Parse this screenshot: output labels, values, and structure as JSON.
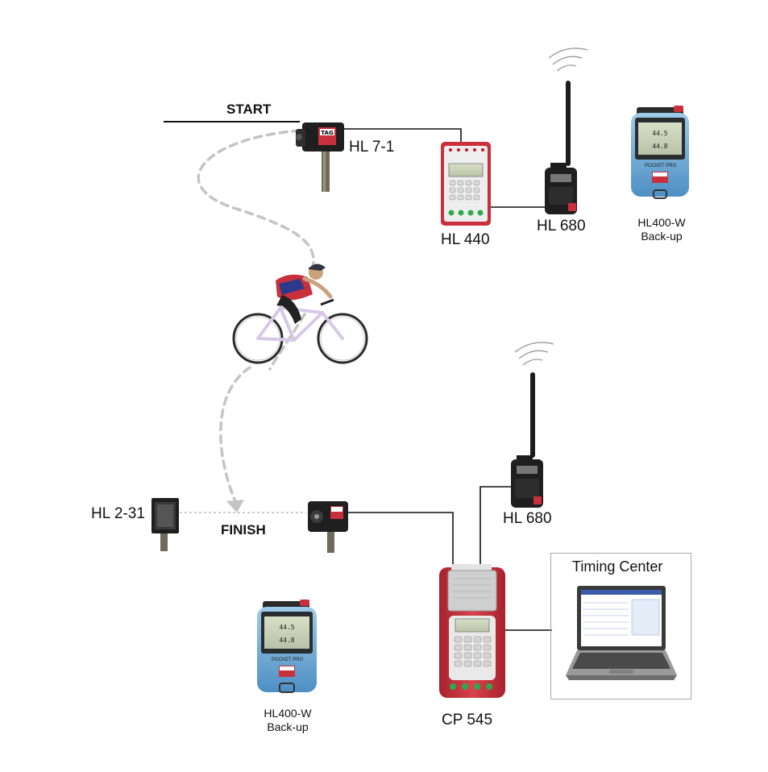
{
  "start_label": "START",
  "finish_label": "FINISH",
  "start_photocell": "HL 7-1",
  "finish_reflector": "HL 2-31",
  "start_timer": "HL 440",
  "radio_top": "HL 680",
  "radio_bottom": "HL 680",
  "backup_top": {
    "model": "HL400-W",
    "role": "Back-up"
  },
  "backup_bottom": {
    "model": "HL400-W",
    "role": "Back-up"
  },
  "printer_timer": "CP 545",
  "timing_center": "Timing Center",
  "stopwatch_brand": "POCKET PRO",
  "colors": {
    "line": "#111111",
    "path": "#c4c4c4",
    "device_red": "#c8303c",
    "watch_blue": "#6aa9d6"
  }
}
